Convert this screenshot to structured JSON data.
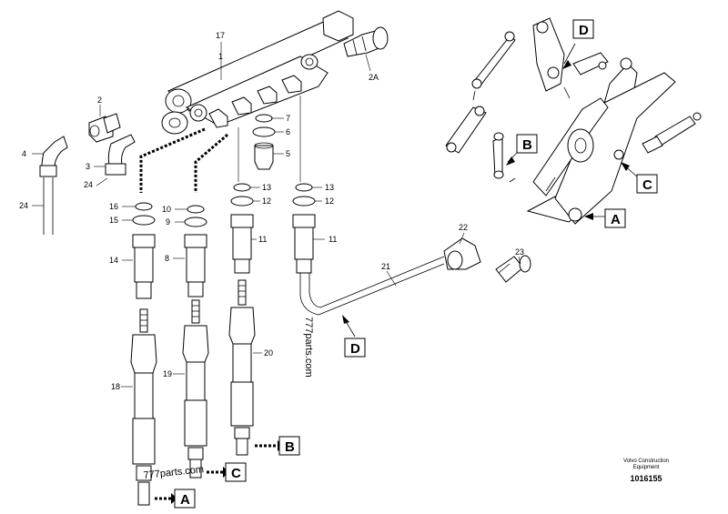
{
  "diagram": {
    "callouts": [
      {
        "id": "c17",
        "text": "17"
      },
      {
        "id": "c1",
        "text": "1"
      },
      {
        "id": "c2A",
        "text": "2A"
      },
      {
        "id": "c2",
        "text": "2"
      },
      {
        "id": "c4",
        "text": "4"
      },
      {
        "id": "c3",
        "text": "3"
      },
      {
        "id": "c24a",
        "text": "24"
      },
      {
        "id": "c24b",
        "text": "24"
      },
      {
        "id": "c7",
        "text": "7"
      },
      {
        "id": "c6",
        "text": "6"
      },
      {
        "id": "c5",
        "text": "5"
      },
      {
        "id": "c16",
        "text": "16"
      },
      {
        "id": "c15",
        "text": "15"
      },
      {
        "id": "c10",
        "text": "10"
      },
      {
        "id": "c9",
        "text": "9"
      },
      {
        "id": "c13a",
        "text": "13"
      },
      {
        "id": "c12a",
        "text": "12"
      },
      {
        "id": "c13b",
        "text": "13"
      },
      {
        "id": "c12b",
        "text": "12"
      },
      {
        "id": "c14",
        "text": "14"
      },
      {
        "id": "c8",
        "text": "8"
      },
      {
        "id": "c11a",
        "text": "11"
      },
      {
        "id": "c11b",
        "text": "11"
      },
      {
        "id": "c22",
        "text": "22"
      },
      {
        "id": "c23",
        "text": "23"
      },
      {
        "id": "c21",
        "text": "21"
      },
      {
        "id": "c18",
        "text": "18"
      },
      {
        "id": "c19",
        "text": "19"
      },
      {
        "id": "c20",
        "text": "20"
      }
    ],
    "ref_boxes": [
      {
        "id": "boxD1",
        "text": "D"
      },
      {
        "id": "boxB1",
        "text": "B"
      },
      {
        "id": "boxC1",
        "text": "C"
      },
      {
        "id": "boxA1",
        "text": "A"
      },
      {
        "id": "boxD2",
        "text": "D"
      },
      {
        "id": "boxB2",
        "text": "B"
      },
      {
        "id": "boxC2",
        "text": "C"
      },
      {
        "id": "boxA2",
        "text": "A"
      }
    ],
    "watermarks": [
      "777parts.com",
      "777parts.com"
    ],
    "brand_line1": "Volvo Construction",
    "brand_line2": "Equipment",
    "figure_number": "1016155"
  }
}
